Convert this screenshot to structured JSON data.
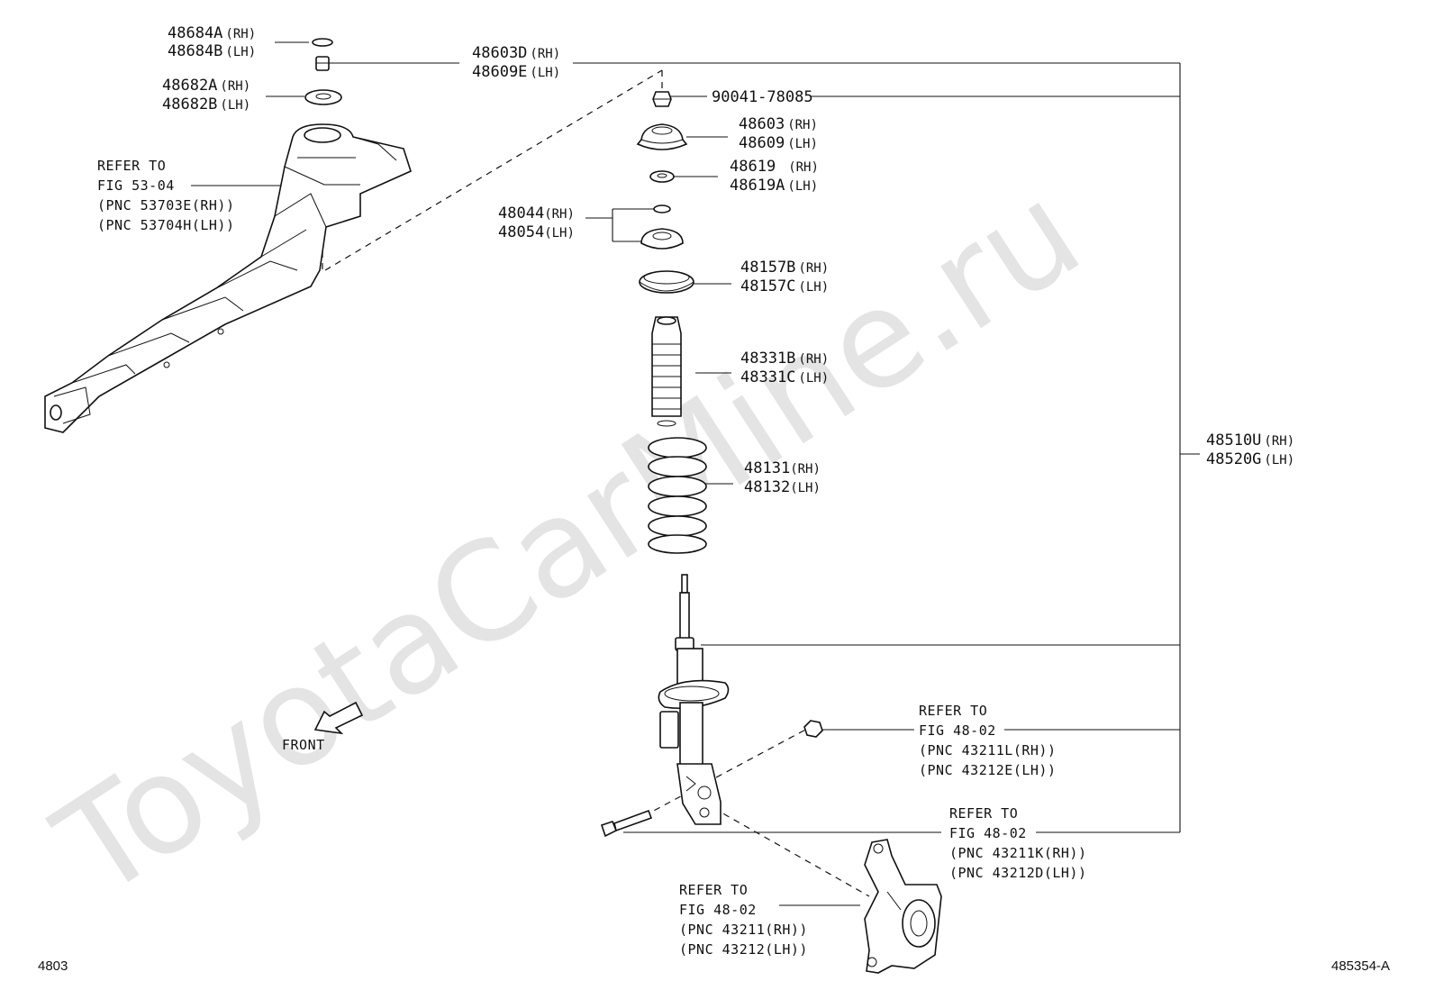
{
  "watermark": "ToyotaCarMine.ru",
  "footer": {
    "left_code": "4803",
    "right_code": "485354-A"
  },
  "front_arrow_label": "FRONT",
  "callouts": {
    "cap_upper": {
      "rh": "48684A",
      "rh_side": "(RH)",
      "lh": "48684B",
      "lh_side": "(LH)"
    },
    "insulator_upper": {
      "rh": "48682A",
      "rh_side": "(RH)",
      "lh": "48682B",
      "lh_side": "(LH)"
    },
    "support_assy": {
      "rh": "48603D",
      "rh_side": "(RH)",
      "lh": "48609E",
      "lh_side": "(LH)"
    },
    "nut": {
      "code": "90041-78085"
    },
    "support": {
      "rh": "48603",
      "rh_side": "(RH)",
      "lh": "48609",
      "lh_side": "(LH)"
    },
    "bearing": {
      "rh": "48619",
      "rh_side": "(RH)",
      "lh": "48619A",
      "lh_side": "(LH)"
    },
    "retainer": {
      "rh": "48044",
      "rh_side": "(RH)",
      "lh": "48054",
      "lh_side": "(LH)"
    },
    "insulator_lower": {
      "rh": "48157B",
      "rh_side": "(RH)",
      "lh": "48157C",
      "lh_side": "(LH)"
    },
    "bumper": {
      "rh": "48331B",
      "rh_side": "(RH)",
      "lh": "48331C",
      "lh_side": "(LH)"
    },
    "spring": {
      "rh": "48131",
      "rh_side": "(RH)",
      "lh": "48132",
      "lh_side": "(LH)"
    },
    "absorber": {
      "rh": "48510U",
      "rh_side": "(RH)",
      "lh": "48520G",
      "lh_side": "(LH)"
    }
  },
  "references": {
    "apron": [
      "REFER TO",
      "FIG 53-04",
      "(PNC 53703E(RH))",
      "(PNC 53704H(LH))"
    ],
    "nut_ref": [
      "REFER TO",
      "FIG 48-02",
      "(PNC 43211L(RH))",
      "(PNC 43212E(LH))"
    ],
    "bolt_ref": [
      "REFER TO",
      "FIG 48-02",
      "(PNC 43211K(RH))",
      "(PNC 43212D(LH))"
    ],
    "knuckle_ref": [
      "REFER TO",
      "FIG 48-02",
      "(PNC 43211(RH))",
      "(PNC 43212(LH))"
    ]
  }
}
